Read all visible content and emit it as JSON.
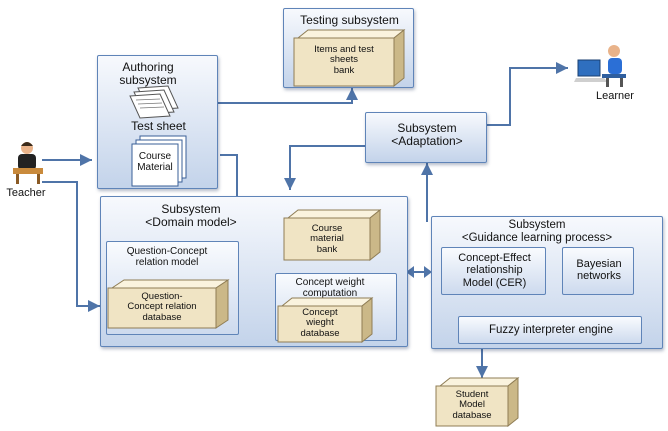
{
  "nodes": {
    "testing": {
      "title": "Testing subsystem",
      "bank": "Items and test\nsheets\nbank"
    },
    "authoring": {
      "title": "Authoring\nsubsystem",
      "test_sheet": "Test sheet",
      "course_material": "Course\nMaterial"
    },
    "adaptation": {
      "title": "Subsystem\n<Adaptation>"
    },
    "domain": {
      "title": "Subsystem\n<Domain model>",
      "course_bank": "Course\nmaterial\nbank",
      "qc_model": "Question-Concept\nrelation model",
      "qc_db": "Question-\nConcept relation\ndatabase",
      "cw_title": "Concept weight\ncomputation",
      "cw_db": "Concept\nwieght\ndatabase"
    },
    "guidance": {
      "title": "Subsystem\n<Guidance learning process>",
      "cer": "Concept-Effect\nrelationship\nModel (CER)",
      "bayes": "Bayesian\nnetworks",
      "fuzzy": "Fuzzy interpreter engine"
    },
    "student": {
      "db": "Student\nModel\ndatabase"
    },
    "teacher": {
      "label": "Teacher"
    },
    "learner": {
      "label": "Learner"
    }
  },
  "colors": {
    "border": "#5f84b8",
    "arrow": "#4f74a8",
    "cube_front": "#f0e4c4",
    "cube_top": "#faf3de",
    "cube_side": "#cbb888"
  }
}
